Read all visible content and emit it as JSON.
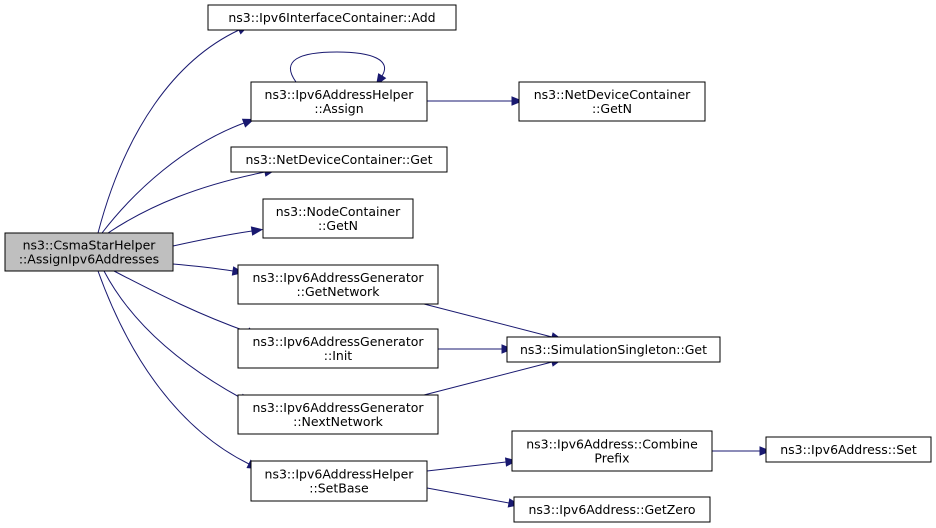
{
  "graph": {
    "nodes": [
      {
        "id": "root",
        "lines": [
          "ns3::CsmaStarHelper",
          "::AssignIpv6Addresses"
        ],
        "highlighted": true
      },
      {
        "id": "ifc_add",
        "lines": [
          "ns3::Ipv6InterfaceContainer::Add"
        ]
      },
      {
        "id": "helper_assign",
        "lines": [
          "ns3::Ipv6AddressHelper",
          "::Assign"
        ]
      },
      {
        "id": "ndc_getn",
        "lines": [
          "ns3::NetDeviceContainer",
          "::GetN"
        ]
      },
      {
        "id": "ndc_get",
        "lines": [
          "ns3::NetDeviceContainer::Get"
        ]
      },
      {
        "id": "nodec_getn",
        "lines": [
          "ns3::NodeContainer",
          "::GetN"
        ]
      },
      {
        "id": "gen_getnetwork",
        "lines": [
          "ns3::Ipv6AddressGenerator",
          "::GetNetwork"
        ]
      },
      {
        "id": "gen_init",
        "lines": [
          "ns3::Ipv6AddressGenerator",
          "::Init"
        ]
      },
      {
        "id": "singleton_get",
        "lines": [
          "ns3::SimulationSingleton::Get"
        ]
      },
      {
        "id": "gen_nextnetwork",
        "lines": [
          "ns3::Ipv6AddressGenerator",
          "::NextNetwork"
        ]
      },
      {
        "id": "helper_setbase",
        "lines": [
          "ns3::Ipv6AddressHelper",
          "::SetBase"
        ]
      },
      {
        "id": "addr_combine",
        "lines": [
          "ns3::Ipv6Address::Combine",
          "Prefix"
        ]
      },
      {
        "id": "addr_set",
        "lines": [
          "ns3::Ipv6Address::Set"
        ]
      },
      {
        "id": "addr_getzero",
        "lines": [
          "ns3::Ipv6Address::GetZero"
        ]
      }
    ],
    "edges": [
      {
        "from": "root",
        "to": "ifc_add"
      },
      {
        "from": "root",
        "to": "helper_assign"
      },
      {
        "from": "root",
        "to": "ndc_get"
      },
      {
        "from": "root",
        "to": "nodec_getn"
      },
      {
        "from": "root",
        "to": "gen_getnetwork"
      },
      {
        "from": "root",
        "to": "gen_init"
      },
      {
        "from": "root",
        "to": "gen_nextnetwork"
      },
      {
        "from": "root",
        "to": "helper_setbase"
      },
      {
        "from": "helper_assign",
        "to": "helper_assign"
      },
      {
        "from": "helper_assign",
        "to": "ndc_getn"
      },
      {
        "from": "gen_getnetwork",
        "to": "singleton_get"
      },
      {
        "from": "gen_init",
        "to": "singleton_get"
      },
      {
        "from": "gen_nextnetwork",
        "to": "singleton_get"
      },
      {
        "from": "helper_setbase",
        "to": "addr_combine"
      },
      {
        "from": "helper_setbase",
        "to": "addr_getzero"
      },
      {
        "from": "addr_combine",
        "to": "addr_set"
      }
    ],
    "colors": {
      "node_fill": "#ffffff",
      "highlight_fill": "#bfbfbf",
      "border": "#000000",
      "edge": "#191970"
    }
  }
}
